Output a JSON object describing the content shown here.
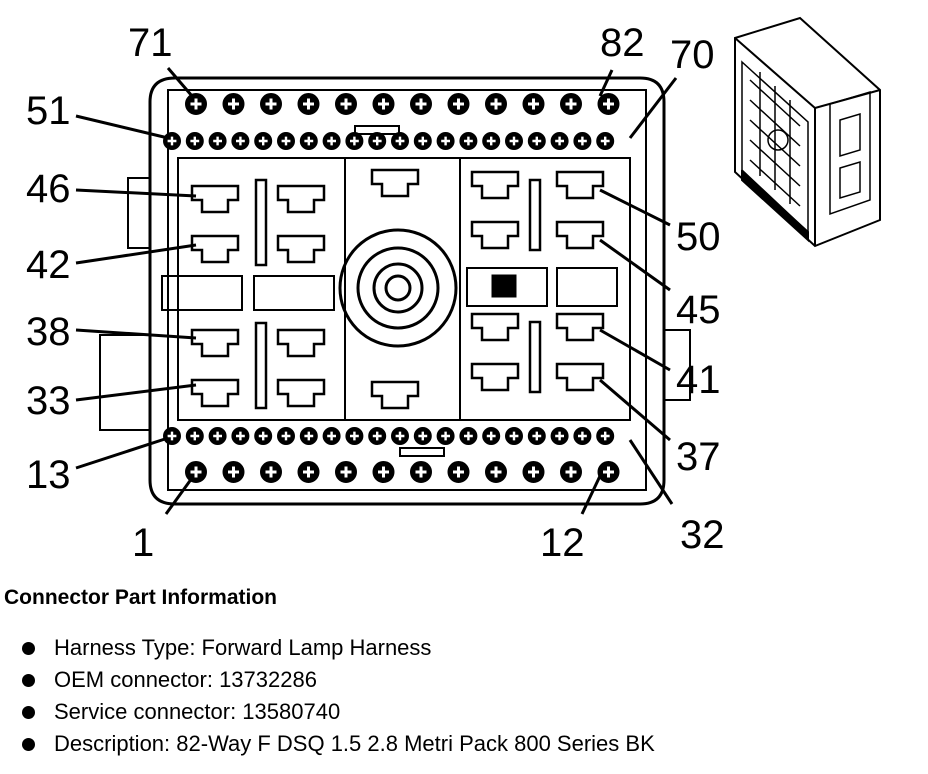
{
  "pin_labels": [
    "71",
    "82",
    "70",
    "51",
    "46",
    "42",
    "38",
    "33",
    "13",
    "1",
    "12",
    "32",
    "50",
    "45",
    "41",
    "37"
  ],
  "info": {
    "heading": "Connector Part Information",
    "items": [
      "Harness Type: Forward Lamp Harness",
      "OEM connector: 13732286",
      "Service connector: 13580740",
      "Description: 82-Way F DSQ 1.5 2.8 Metri Pack 800 Series BK"
    ]
  },
  "colors": {
    "line": "#000000",
    "background": "#ffffff"
  }
}
